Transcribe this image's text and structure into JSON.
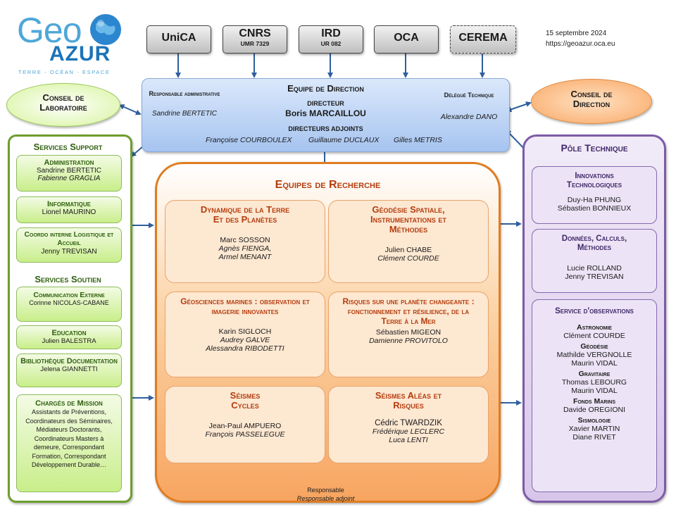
{
  "logo": {
    "geo": "Geo",
    "azur": "AZUR",
    "tagline": "TERRE - OCÉAN - ESPACE"
  },
  "header": {
    "date": "15 septembre 2024",
    "url": "https://geoazur.oca.eu"
  },
  "institutions": [
    {
      "name": "UniCA",
      "sub": ""
    },
    {
      "name": "CNRS",
      "sub": "UMR 7329"
    },
    {
      "name": "IRD",
      "sub": "UR 082"
    },
    {
      "name": "OCA",
      "sub": ""
    },
    {
      "name": "CEREMA",
      "sub": ""
    }
  ],
  "direction": {
    "title": "Equipe de Direction",
    "resp_admin_label": "Responsable administrative",
    "resp_admin_name": "Sandrine BERTETIC",
    "director_label": "DIRECTEUR",
    "director_name": "Boris MARCAILLOU",
    "adjoints_label": "DIRECTEURS ADJOINTS",
    "adjoint_1": "Françoise COURBOULEX",
    "adjoint_2": "Guillaume DUCLAUX",
    "adjoint_3": "Gilles METRIS",
    "delegue_label": "Délégué Technique",
    "delegue_name": "Alexandre DANO"
  },
  "conseil_labo": "Conseil de Laboratoire",
  "conseil_direction": "Conseil de Direction",
  "services_support": {
    "title": "Services Support",
    "boxes": [
      {
        "title": "Administration",
        "names": [
          "Sandrine BERTETIC",
          "Fabienne GRAGLIA"
        ]
      },
      {
        "title": "Informatique",
        "names": [
          "Lionel MAURINO"
        ]
      },
      {
        "title": "Coordo interne Logistique et Accueil",
        "names": [
          "Jenny TREVISAN"
        ]
      }
    ]
  },
  "services_soutien": {
    "title": "Services Soutien",
    "boxes": [
      {
        "title": "Communication Externe",
        "names": [
          "Corinne NICOLAS-CABANE"
        ]
      },
      {
        "title": "Education",
        "names": [
          "Julien BALESTRA"
        ]
      },
      {
        "title": "Bibliothèque Documentation",
        "names": [
          "Jelena GIANNETTI"
        ]
      }
    ]
  },
  "charges_mission": {
    "title": "Chargés de Mission",
    "text": "Assistants de Préventions, Coordinateurs des Séminaires, Médiateurs Doctorants, Coordinateurs Masters à demeure, Correspondant Formation, Correspondant Développement Durable…"
  },
  "research": {
    "title": "Equipes de Recherche",
    "teams": [
      {
        "title": "Dynamique de la Terre Et des Planètes",
        "resp": "Marc SOSSON",
        "adjoints": [
          "Agnès FIENGA,",
          "Armel MENANT"
        ]
      },
      {
        "title": "Géodésie Spatiale, Instrumentations et Méthodes",
        "resp": "Julien CHABE",
        "adjoints": [
          "Clément COURDE"
        ]
      },
      {
        "title": "Géosciences marines : observation et imagerie innovantes",
        "resp": "Karin SIGLOCH",
        "adjoints": [
          "Audrey GALVE",
          "Alessandra RIBODETTI"
        ]
      },
      {
        "title": "Risques sur une planète changeante : fonctionnement et résilience, de la Terre à la Mer",
        "resp": "Sébastien MIGEON",
        "adjoints": [
          "Damienne PROVITOLO"
        ]
      },
      {
        "title": "Séismes Cycles",
        "resp": "Jean-Paul AMPUERO",
        "adjoints": [
          "François PASSELEGUE"
        ]
      },
      {
        "title": "Séismes Aléas et Risques",
        "resp": "Cédric TWARDZIK",
        "adjoints": [
          "Frédérique LECLERC",
          "Luca LENTI"
        ]
      }
    ]
  },
  "pole": {
    "title": "Pôle Technique",
    "innovations": {
      "title": "Innovations Technologiques",
      "names": [
        "Duy-Ha PHUNG",
        "Sébastien BONNIEUX"
      ]
    },
    "donnees": {
      "title": "Données, Calculs, Méthodes",
      "names": [
        "Lucie ROLLAND",
        "Jenny TREVISAN"
      ]
    },
    "observations": {
      "title": "Service d'observations",
      "groups": [
        {
          "title": "Astronomie",
          "names": [
            "Clément COURDE"
          ]
        },
        {
          "title": "Géodésie",
          "names": [
            "Mathilde VERGNOLLE",
            "Maurin VIDAL"
          ]
        },
        {
          "title": "Gravitaire",
          "names": [
            "Thomas LEBOURG",
            "Maurin VIDAL"
          ]
        },
        {
          "title": "Fonds Marins",
          "names": [
            "Davide OREGIONI"
          ]
        },
        {
          "title": "Sismologie",
          "names": [
            "Xavier MARTIN",
            "Diane RIVET"
          ]
        }
      ]
    }
  },
  "legend": {
    "resp": "Responsable",
    "adjoint": "Responsable adjoint"
  },
  "colors": {
    "green": "#6e9e2d",
    "orange": "#e07c20",
    "purple": "#7d5ba6",
    "blue": "#a6c4f0",
    "arrow": "#2f5f9e"
  }
}
